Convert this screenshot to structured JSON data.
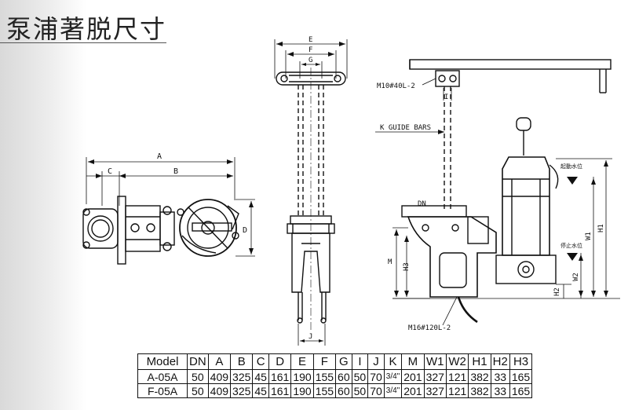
{
  "page": {
    "title": "泵浦著脱尺寸"
  },
  "drawing_labels": {
    "dim_a": "A",
    "dim_b": "B",
    "dim_c": "C",
    "dim_d": "D",
    "dim_e": "E",
    "dim_f": "F",
    "dim_g": "G",
    "dim_j": "J",
    "dim_i": "I",
    "dim_dn": "DN",
    "dim_m": "M",
    "dim_h1": "H1",
    "dim_h2": "H2",
    "dim_h3": "H3",
    "dim_w1": "W1",
    "dim_w2": "W2",
    "bolt_top": "M10#40L-2",
    "bolt_bottom": "M16#120L-2",
    "guide_bars": "K  GUIDE BARS",
    "level_start": "起動水位",
    "level_stop": "停止水位"
  },
  "spec_table": {
    "headers": [
      "Model",
      "DN",
      "A",
      "B",
      "C",
      "D",
      "E",
      "F",
      "G",
      "I",
      "J",
      "K",
      "M",
      "W1",
      "W2",
      "H1",
      "H2",
      "H3"
    ],
    "rows": [
      [
        "A-05A",
        "50",
        "409",
        "325",
        "45",
        "161",
        "190",
        "155",
        "60",
        "50",
        "70",
        "3/4\"",
        "201",
        "327",
        "121",
        "382",
        "33",
        "165"
      ],
      [
        "F-05A",
        "50",
        "409",
        "325",
        "45",
        "161",
        "190",
        "155",
        "60",
        "50",
        "70",
        "3/4\"",
        "201",
        "327",
        "121",
        "382",
        "33",
        "165"
      ]
    ]
  }
}
